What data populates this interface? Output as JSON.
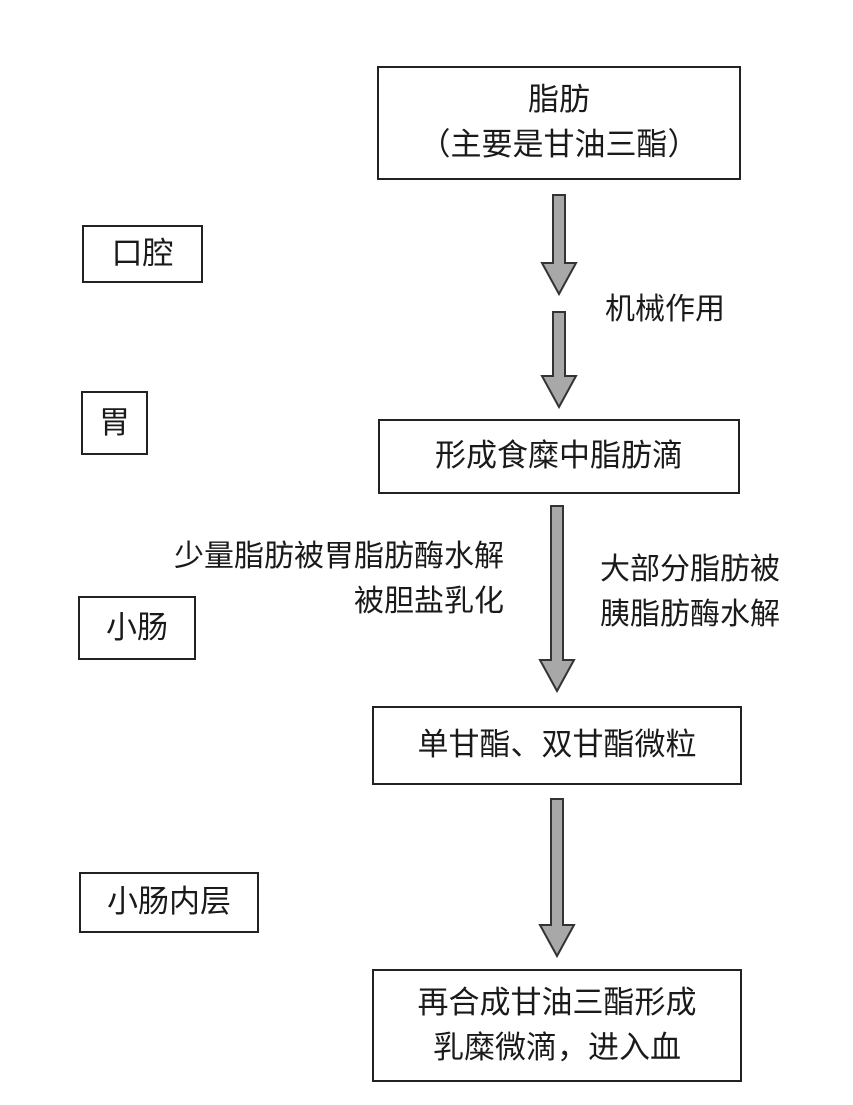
{
  "colors": {
    "arrow_fill": "#a8a8a8",
    "arrow_stroke": "#333333",
    "border": "#222222"
  },
  "stages": {
    "mouth": "口腔",
    "stomach": "胃",
    "small_intestine": "小肠",
    "intestine_lining": "小肠内层"
  },
  "boxes": {
    "fat": {
      "line1": "脂肪",
      "line2": "（主要是甘油三酯）"
    },
    "chyme_droplets": "形成食糜中脂肪滴",
    "glyceride_particles": "单甘酯、双甘酯微粒",
    "chylomicron": {
      "line1": "再合成甘油三酯形成",
      "line2": "乳糜微滴，进入血"
    }
  },
  "labels": {
    "mechanical": "机械作用",
    "stomach_hydrolysis": "少量脂肪被胃脂肪酶水解",
    "bile_emulsify": "被胆盐乳化",
    "pancreatic_line1": "大部分脂肪被",
    "pancreatic_line2": "胰脂肪酶水解"
  }
}
